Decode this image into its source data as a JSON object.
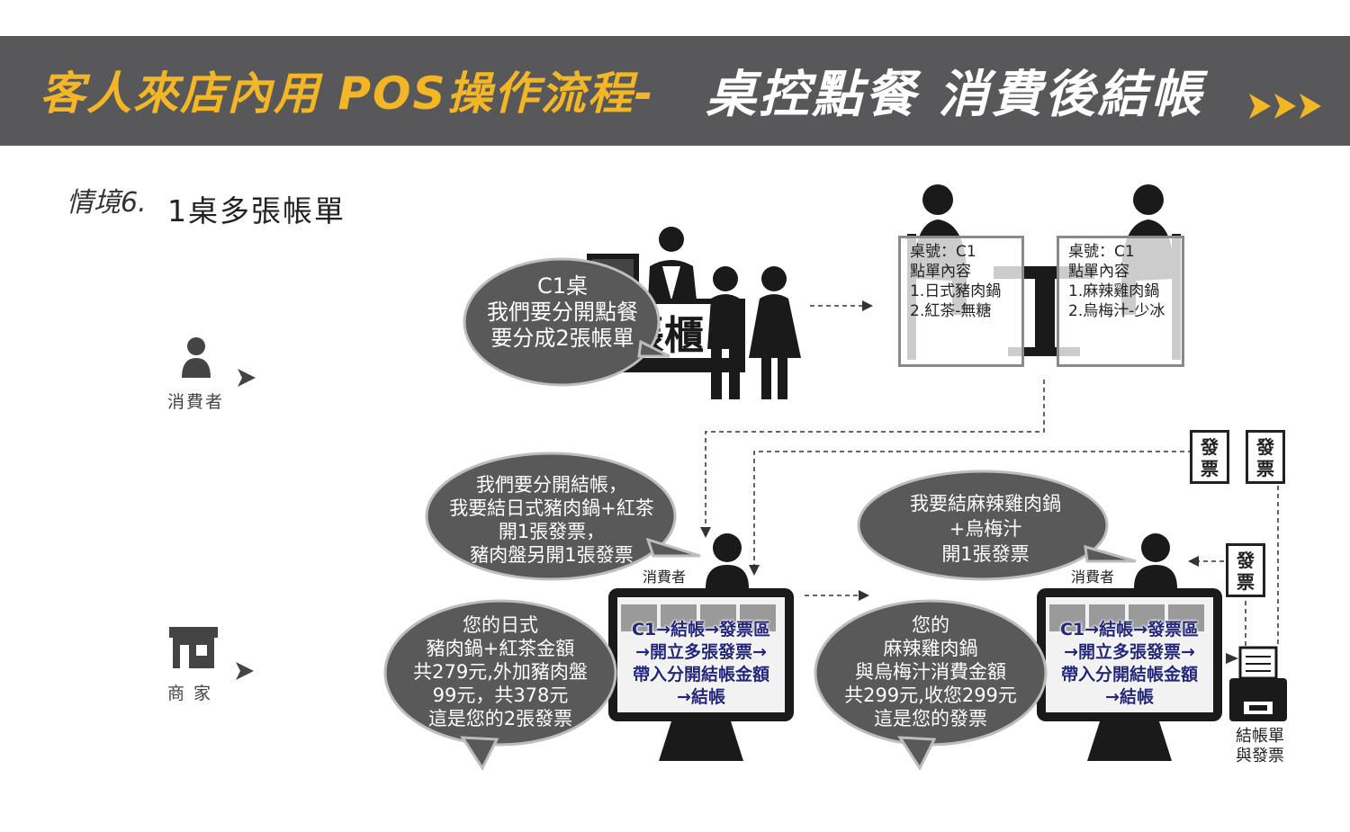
{
  "header": {
    "title_left": "客人來店內用 POS操作流程-",
    "title_right": "桌控點餐 消費後結帳",
    "accent_color": "#f3b626",
    "banner_color": "#58585a"
  },
  "scenario": {
    "prefix": "情境6.",
    "title": "1桌多張帳單"
  },
  "roles": {
    "consumer": "消費者",
    "merchant": "商 家"
  },
  "scene_top": {
    "bubble": [
      "C1桌",
      "我們要分開點餐",
      "要分成2張帳單"
    ],
    "note_left": [
      "桌號：C1",
      "點單內容",
      "1.日式豬肉鍋",
      "2.紅茶-無糖"
    ],
    "note_right": [
      "桌號：C1",
      "點單內容",
      "1.麻辣雞肉鍋",
      "2.烏梅汁-少冰"
    ]
  },
  "scene_left": {
    "customer_bubble": [
      "我們要分開結帳，",
      "我要結日式豬肉鍋+紅茶",
      "開1張發票，",
      "豬肉盤另開1張發票"
    ],
    "consumer_label": "消費者",
    "merchant_bubble": [
      "您的日式",
      "豬肉鍋+紅茶金額",
      "共279元,外加豬肉盤",
      "99元，共378元",
      "這是您的2張發票"
    ],
    "screen_text": [
      "C1→結帳→發票區",
      "→開立多張發票→",
      "帶入分開結帳金額",
      "→結帳"
    ]
  },
  "scene_right": {
    "customer_bubble": [
      "我要結麻辣雞肉鍋",
      "+烏梅汁",
      "開1張發票"
    ],
    "consumer_label": "消費者",
    "merchant_bubble": [
      "您的",
      "麻辣雞肉鍋",
      "與烏梅汁消費金額",
      "共299元,收您299元",
      "這是您的發票"
    ],
    "screen_text": [
      "C1→結帳→發票區",
      "→開立多張發票→",
      "帶入分開結帳金額",
      "→結帳"
    ]
  },
  "invoice_label": "發票",
  "printer_label": [
    "結帳單",
    "與發票"
  ]
}
